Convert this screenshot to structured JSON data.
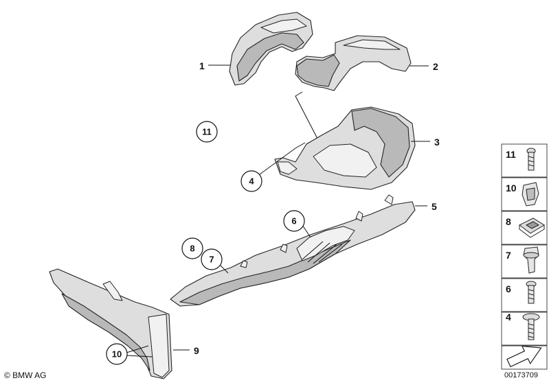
{
  "diagram": {
    "callouts": {
      "p1": "1",
      "p2": "2",
      "p3": "3",
      "p4": "4",
      "p5": "5",
      "p6": "6",
      "p7": "7",
      "p8": "8",
      "p9": "9",
      "p10": "10",
      "p11": "11"
    },
    "side_panel": [
      "11",
      "10",
      "8",
      "7",
      "6",
      "4"
    ]
  },
  "footer": {
    "copyright": "© BMW AG",
    "doc_id": "00173709"
  }
}
